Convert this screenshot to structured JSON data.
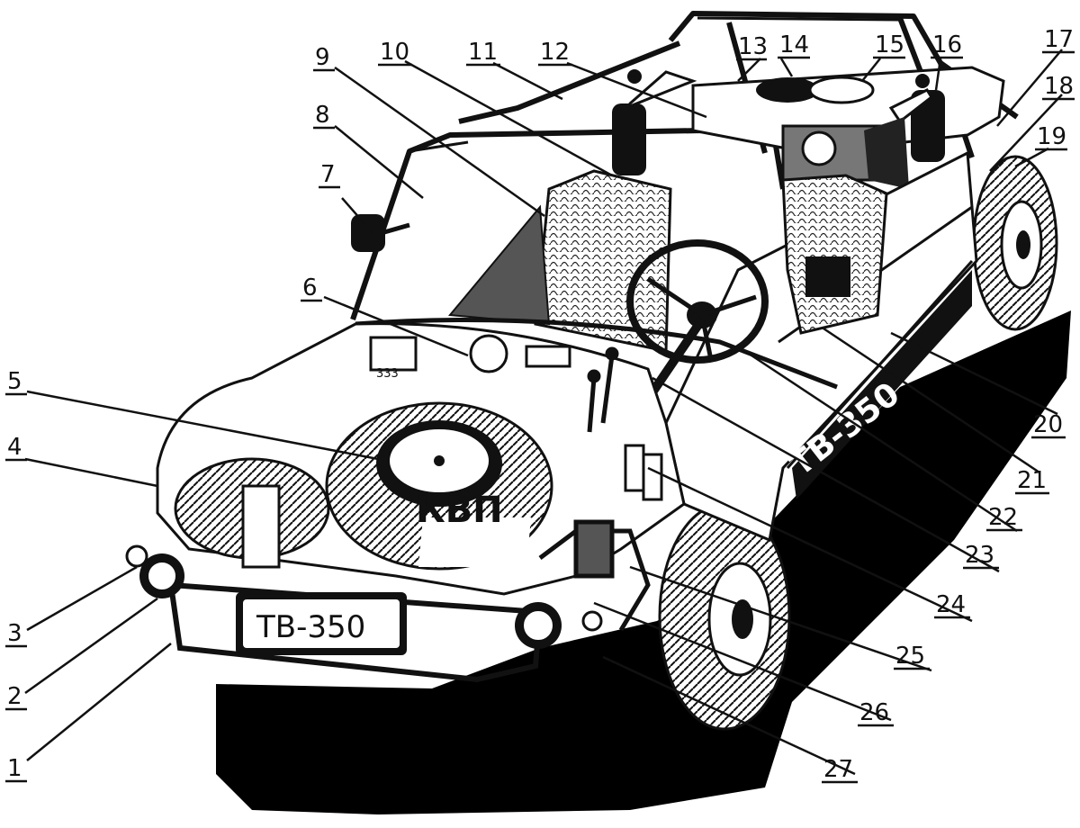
{
  "callouts": [
    "1",
    "2",
    "3",
    "4",
    "5",
    "6",
    "7",
    "8",
    "9",
    "10",
    "11",
    "12",
    "13",
    "14",
    "15",
    "16",
    "17",
    "18",
    "19",
    "20",
    "21",
    "22",
    "23",
    "24",
    "25",
    "26",
    "27"
  ],
  "body_texts": {
    "license_plate": "ТВ-350",
    "side_marking": "ТВ-350",
    "tire_marking": "КВП",
    "panel_marking": "333"
  },
  "colors": {
    "ink": "#111111",
    "paper": "#ffffff",
    "shadow": "#000000"
  }
}
